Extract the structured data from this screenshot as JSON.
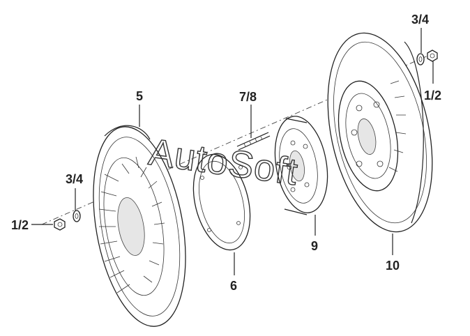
{
  "diagram": {
    "watermark": "AutoSoft",
    "labels": {
      "nut_left": "1/2",
      "washer_left": "3/4",
      "disc_cover": "5",
      "ring": "6",
      "bolts": "7/8",
      "hub": "9",
      "brake_disc": "10",
      "washer_right": "3/4",
      "nut_right": "1/2"
    }
  }
}
